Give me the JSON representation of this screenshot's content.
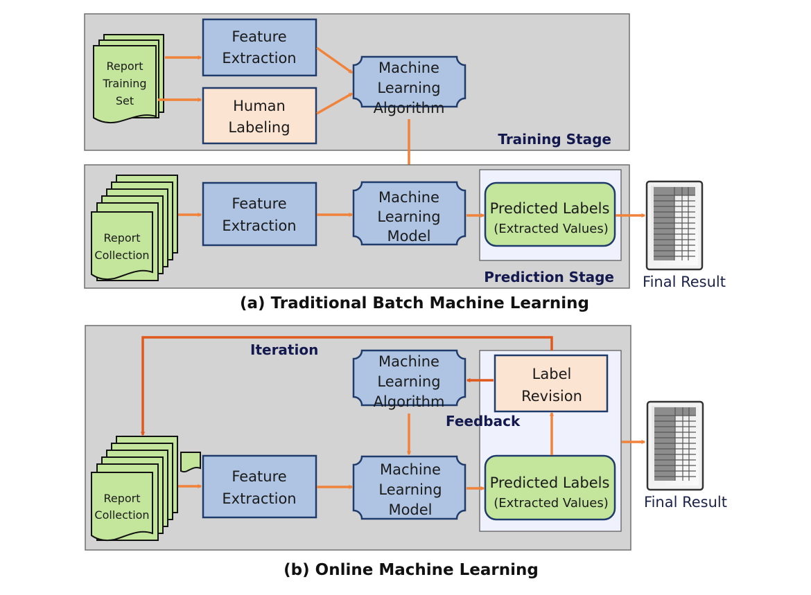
{
  "colors": {
    "panel_bg": "#d3d3d3",
    "panel_border": "#6e6e6e",
    "blue_box": "#aec4e2",
    "blue_border": "#1f3b6b",
    "peach_box": "#fce4d2",
    "green_box": "#c3e59c",
    "prediction_panel": "#eff1fc",
    "arrow": "#f0823a",
    "iteration_arrow": "#e0591c",
    "stage_label": "#13194f"
  },
  "diagram_a": {
    "caption": "(a) Traditional Batch Machine Learning",
    "training_stage": {
      "label": "Training Stage",
      "report_set": [
        "Report",
        "Training",
        "Set"
      ],
      "feature_extraction": [
        "Feature",
        "Extraction"
      ],
      "human_labeling": [
        "Human",
        "Labeling"
      ],
      "ml_algorithm": [
        "Machine",
        "Learning",
        "Algorithm"
      ]
    },
    "prediction_stage": {
      "label": "Prediction Stage",
      "report_collection": [
        "Report",
        "Collection"
      ],
      "feature_extraction": [
        "Feature",
        "Extraction"
      ],
      "ml_model": [
        "Machine",
        "Learning",
        "Model"
      ],
      "predicted_labels": [
        "Predicted Labels",
        "(Extracted Values)"
      ]
    },
    "final_result": "Final Result"
  },
  "diagram_b": {
    "caption": "(b) Online Machine Learning",
    "iteration_label": "Iteration",
    "feedback_label": "Feedback",
    "ml_algorithm": [
      "Machine",
      "Learning",
      "Algorithm"
    ],
    "label_revision": [
      "Label",
      "Revision"
    ],
    "report_collection": [
      "Report",
      "Collection"
    ],
    "feature_extraction": [
      "Feature",
      "Extraction"
    ],
    "ml_model": [
      "Machine",
      "Learning",
      "Model"
    ],
    "predicted_labels": [
      "Predicted Labels",
      "(Extracted Values)"
    ],
    "final_result": "Final Result"
  }
}
